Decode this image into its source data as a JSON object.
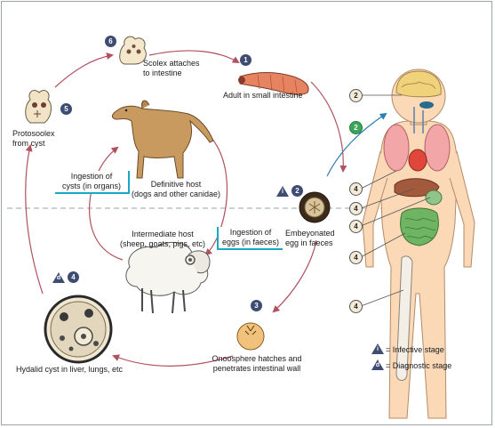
{
  "stages": {
    "scolex": {
      "number": "6",
      "label": "Scolex attaches\nto intestine"
    },
    "adult": {
      "number": "1",
      "label": "Adult in small intestine"
    },
    "protoscolex": {
      "number": "5",
      "label": "Protosoolex\nfrom cyst"
    },
    "egg": {
      "number": "2",
      "label": "Embeyonated\negg in faeces"
    },
    "oncosphere": {
      "number": "3",
      "label": "Onoosphere hatches and\npenetrates intestinal wall"
    },
    "cyst": {
      "number": "4",
      "label": "Hydalid cyst in liver, lungs, etc"
    }
  },
  "hosts": {
    "definitive": "Definitive host\n(dogs and other canidae)",
    "intermediate": "Intermediate host\n(sheep, goats, pigs, etc)"
  },
  "notes": {
    "ingestion_cysts": "Ingestion of\ncysts (in organs)",
    "ingestion_eggs": "Ingestion of\neggs (in faeces)"
  },
  "human_markers": [
    "2",
    "2",
    "4",
    "4",
    "4",
    "4",
    "4"
  ],
  "legend": {
    "infective_symbol": "i",
    "infective": "= Infective stage",
    "diagnostic_symbol": "d",
    "diagnostic": "= Diagnostic stage"
  },
  "colors": {
    "cycle_arrow": "#b0515e",
    "note_bar": "#18a9c4",
    "badge": "#3d4c70",
    "human_arrow": "#2f7db0"
  }
}
